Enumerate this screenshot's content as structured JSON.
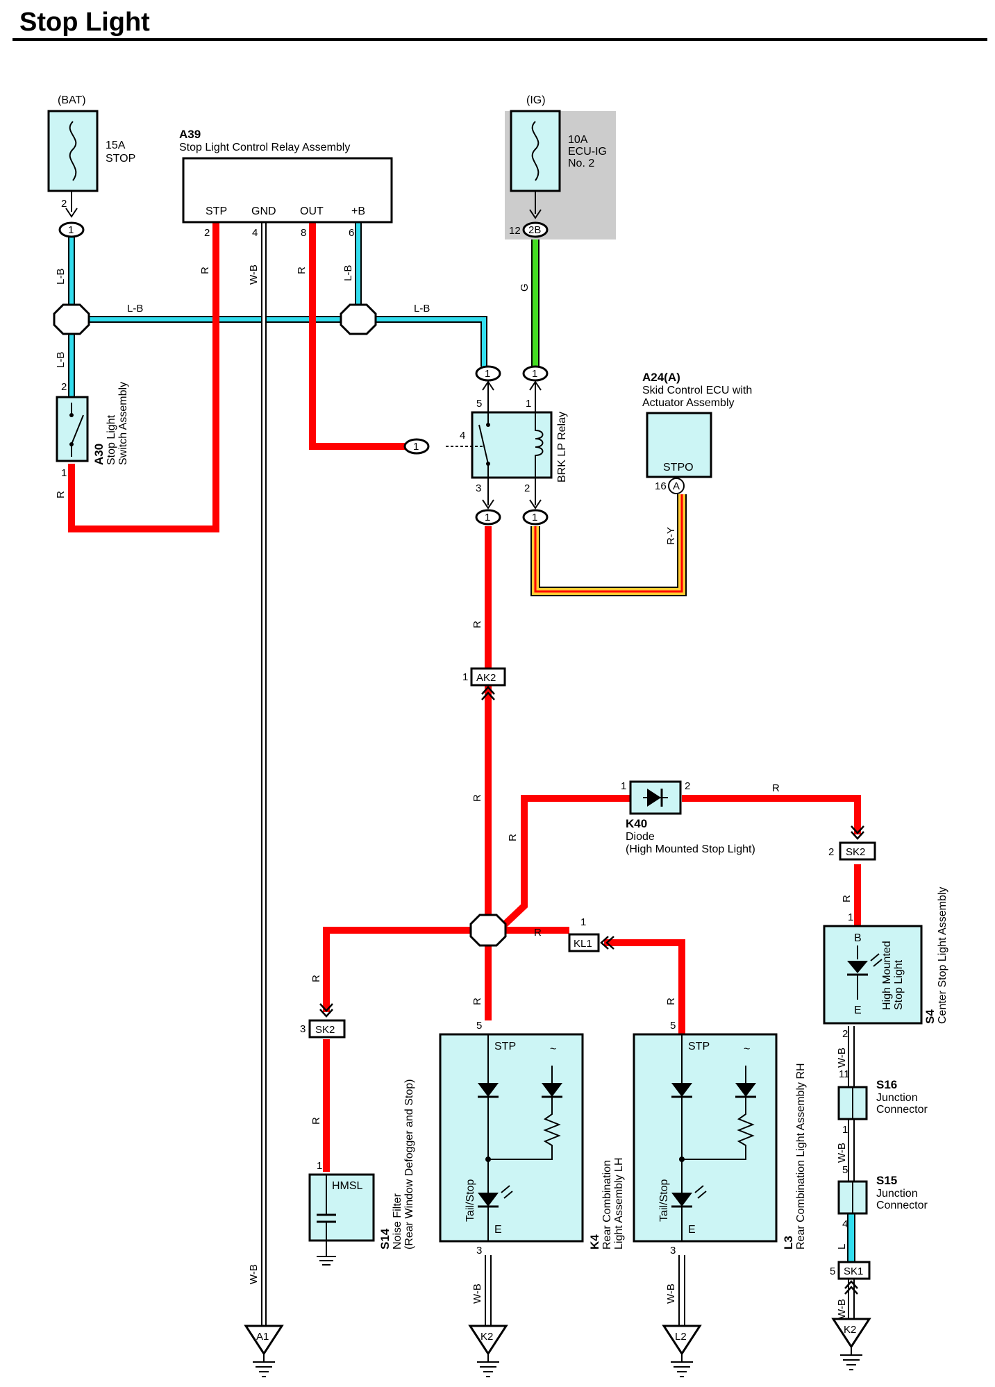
{
  "title": "Stop Light",
  "colors": {
    "wire_red": "#ff0000",
    "wire_light_blue": "#33ddee",
    "wire_green": "#44dd22",
    "wire_yellow": "#ffcc33",
    "wire_white": "#ffffff",
    "component_fill": "#ccf5f5",
    "ig_shade": "#cccccc"
  },
  "power": {
    "bat": {
      "source": "(BAT)",
      "rating": "15A",
      "name": "STOP",
      "pin": "2",
      "connector": "1"
    },
    "ig": {
      "source": "(IG)",
      "rating": "10A",
      "name_line1": "ECU-IG",
      "name_line2": "No. 2",
      "pin": "12",
      "connector": "2B"
    }
  },
  "relay_a39": {
    "id": "A39",
    "name": "Stop Light Control Relay Assembly",
    "terminals": [
      {
        "label": "STP",
        "pin": "2"
      },
      {
        "label": "GND",
        "pin": "4"
      },
      {
        "label": "OUT",
        "pin": "8"
      },
      {
        "label": "+B",
        "pin": "6"
      }
    ]
  },
  "switch_a30": {
    "id": "A30",
    "name_line1": "Stop Light",
    "name_line2": "Switch Assembly",
    "pin_top": "2",
    "pin_bottom": "1"
  },
  "brk_relay": {
    "name": "BRK LP Relay",
    "pins": [
      "5",
      "1",
      "4",
      "3",
      "2"
    ],
    "connector": "1"
  },
  "ecu_a24": {
    "id": "A24(A)",
    "name_line1": "Skid Control ECU with",
    "name_line2": "Actuator Assembly",
    "terminal": "STPO",
    "pin": "16",
    "connector": "A"
  },
  "wire_labels": {
    "lb": "L-B",
    "r": "R",
    "wb": "W-B",
    "g": "G",
    "ry": "R-Y",
    "l": "L"
  },
  "connectors": {
    "ak2": {
      "label": "AK2",
      "pin": "1"
    },
    "kl1": {
      "label": "KL1",
      "pin": "1"
    },
    "sk2_right": {
      "label": "SK2",
      "pin": "2"
    },
    "sk2_left": {
      "label": "SK2",
      "pin": "3"
    },
    "sk1": {
      "label": "SK1",
      "pin": "5"
    }
  },
  "diode_k40": {
    "id": "K40",
    "name_line1": "Diode",
    "name_line2": "(High Mounted Stop Light)",
    "pin_in": "1",
    "pin_out": "2"
  },
  "center_s4": {
    "id": "S4",
    "name": "Center Stop Light Assembly",
    "term_top": "B",
    "term_bottom": "E",
    "pin_in": "1",
    "pin_out": "2",
    "lamp_line1": "High Mounted",
    "lamp_line2": "Stop Light"
  },
  "junction_s16": {
    "id": "S16",
    "name_line1": "Junction",
    "name_line2": "Connector",
    "pin_top": "11",
    "pin_bottom": "1"
  },
  "junction_s15": {
    "id": "S15",
    "name_line1": "Junction",
    "name_line2": "Connector",
    "pin_top": "5",
    "pin_bottom": "4"
  },
  "filter_s14": {
    "id": "S14",
    "name_line1": "Noise Filter",
    "name_line2": "(Rear Window Defogger and Stop)",
    "terminal": "HMSL",
    "pin": "1"
  },
  "lamp_k4": {
    "id": "K4",
    "name_line1": "Rear Combination",
    "name_line2": "Light Assembly LH",
    "terminal": "STP",
    "tail": "Tail/Stop",
    "ground_term": "E",
    "pin_in": "5",
    "pin_out": "3"
  },
  "lamp_l3": {
    "id": "L3",
    "name": "Rear Combination Light Assembly RH",
    "terminal": "STP",
    "tail": "Tail/Stop",
    "ground_term": "E",
    "pin_in": "5",
    "pin_out": "3"
  },
  "tail_symbol": "~",
  "grounds": [
    "A1",
    "K2",
    "L2",
    "K2"
  ]
}
